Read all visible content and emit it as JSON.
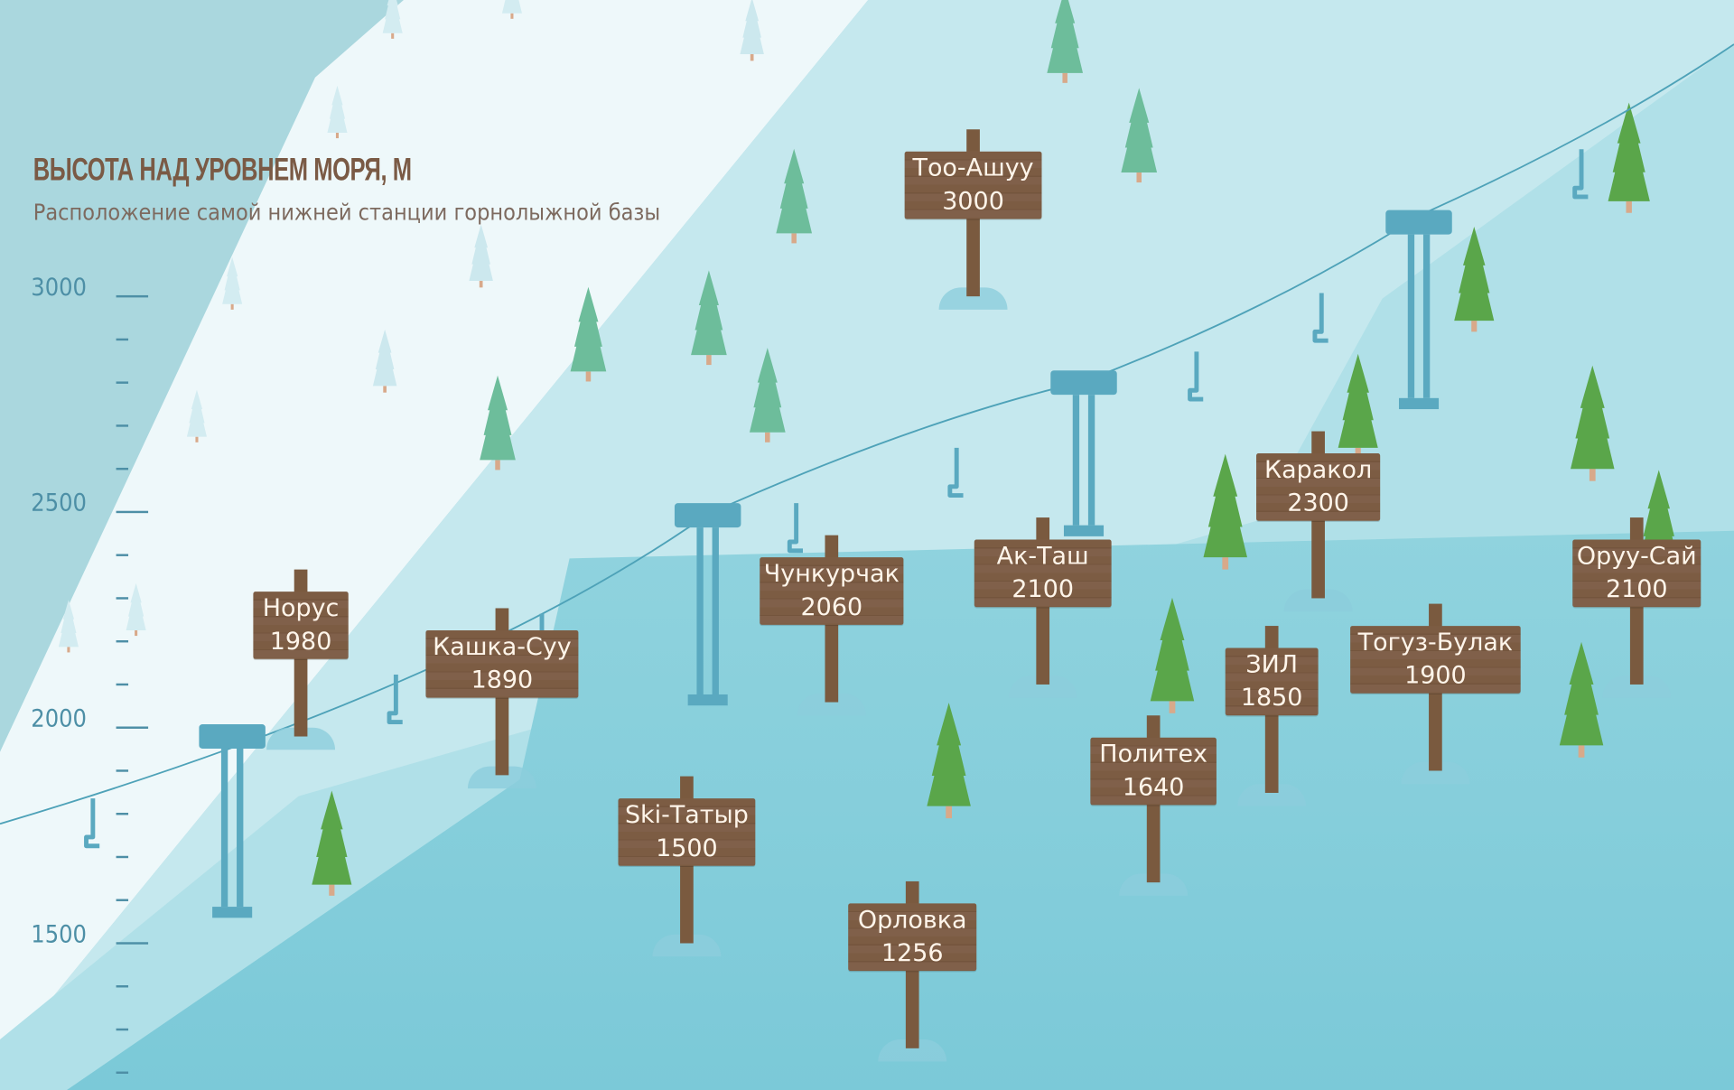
{
  "header": {
    "title": "ВЫСОТА НАД УРОВНЕМ МОРЯ, М",
    "subtitle": "Расположение самой нижней станции горнолыжной базы"
  },
  "colors": {
    "wood": "#7c5c43",
    "axis": "#4d8fa6",
    "tree_green": "#5aa64a",
    "tree_teal": "#6dbd9b"
  },
  "chart_data": {
    "type": "scatter",
    "title": "ВЫСОТА НАД УРОВНЕМ МОРЯ, М",
    "subtitle": "Расположение самой нижней станции горнолыжной базы",
    "ylim": [
      1200,
      3000
    ],
    "yticks": [
      "3000",
      "2500",
      "2000",
      "1500"
    ],
    "grid": false,
    "points": [
      {
        "name": "Тоо-Ашуу",
        "value": 3000,
        "label": "3000"
      },
      {
        "name": "Норус",
        "value": 1980,
        "label": "1980"
      },
      {
        "name": "Кашка-Суу",
        "value": 1890,
        "label": "1890"
      },
      {
        "name": "Чункурчак",
        "value": 2060,
        "label": "2060"
      },
      {
        "name": "Ак-Таш",
        "value": 2100,
        "label": "2100"
      },
      {
        "name": "Каракол",
        "value": 2300,
        "label": "2300"
      },
      {
        "name": "Оруу-Сай",
        "value": 2100,
        "label": "2100"
      },
      {
        "name": "ЗИЛ",
        "value": 1850,
        "label": "1850"
      },
      {
        "name": "Тогуз-Булак",
        "value": 1900,
        "label": "1900"
      },
      {
        "name": "Политех",
        "value": 1640,
        "label": "1640"
      },
      {
        "name": "Ski-Татыр",
        "value": 1500,
        "label": "1500"
      },
      {
        "name": "Орловка",
        "value": 1256,
        "label": "1256"
      }
    ]
  }
}
